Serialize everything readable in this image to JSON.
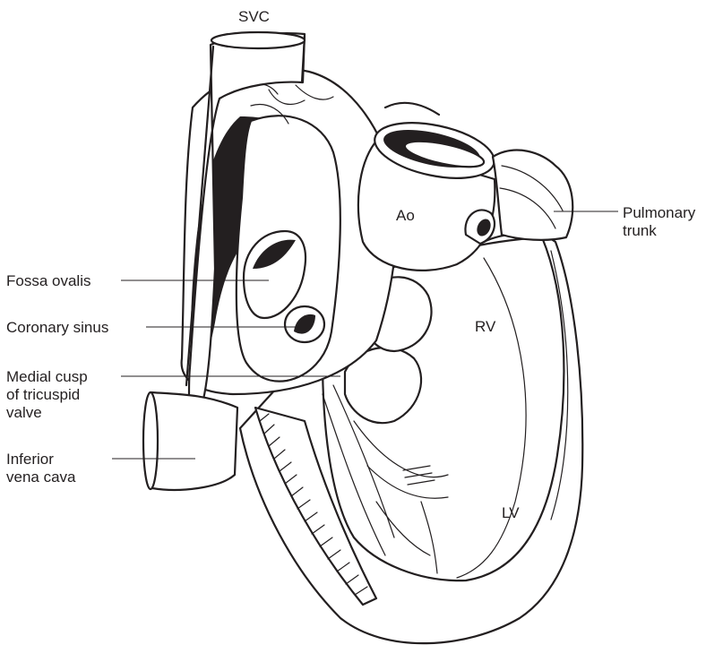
{
  "labels": {
    "svc": "SVC",
    "ao": "Ao",
    "pulmonary_trunk": [
      "Pulmonary",
      "trunk"
    ],
    "rv": "RV",
    "lv": "LV",
    "fossa_ovalis": "Fossa ovalis",
    "coronary_sinus": "Coronary sinus",
    "medial_cusp": [
      "Medial cusp",
      "of tricuspid",
      "valve"
    ],
    "inferior_vena_cava": [
      "Inferior",
      "vena cava"
    ]
  }
}
